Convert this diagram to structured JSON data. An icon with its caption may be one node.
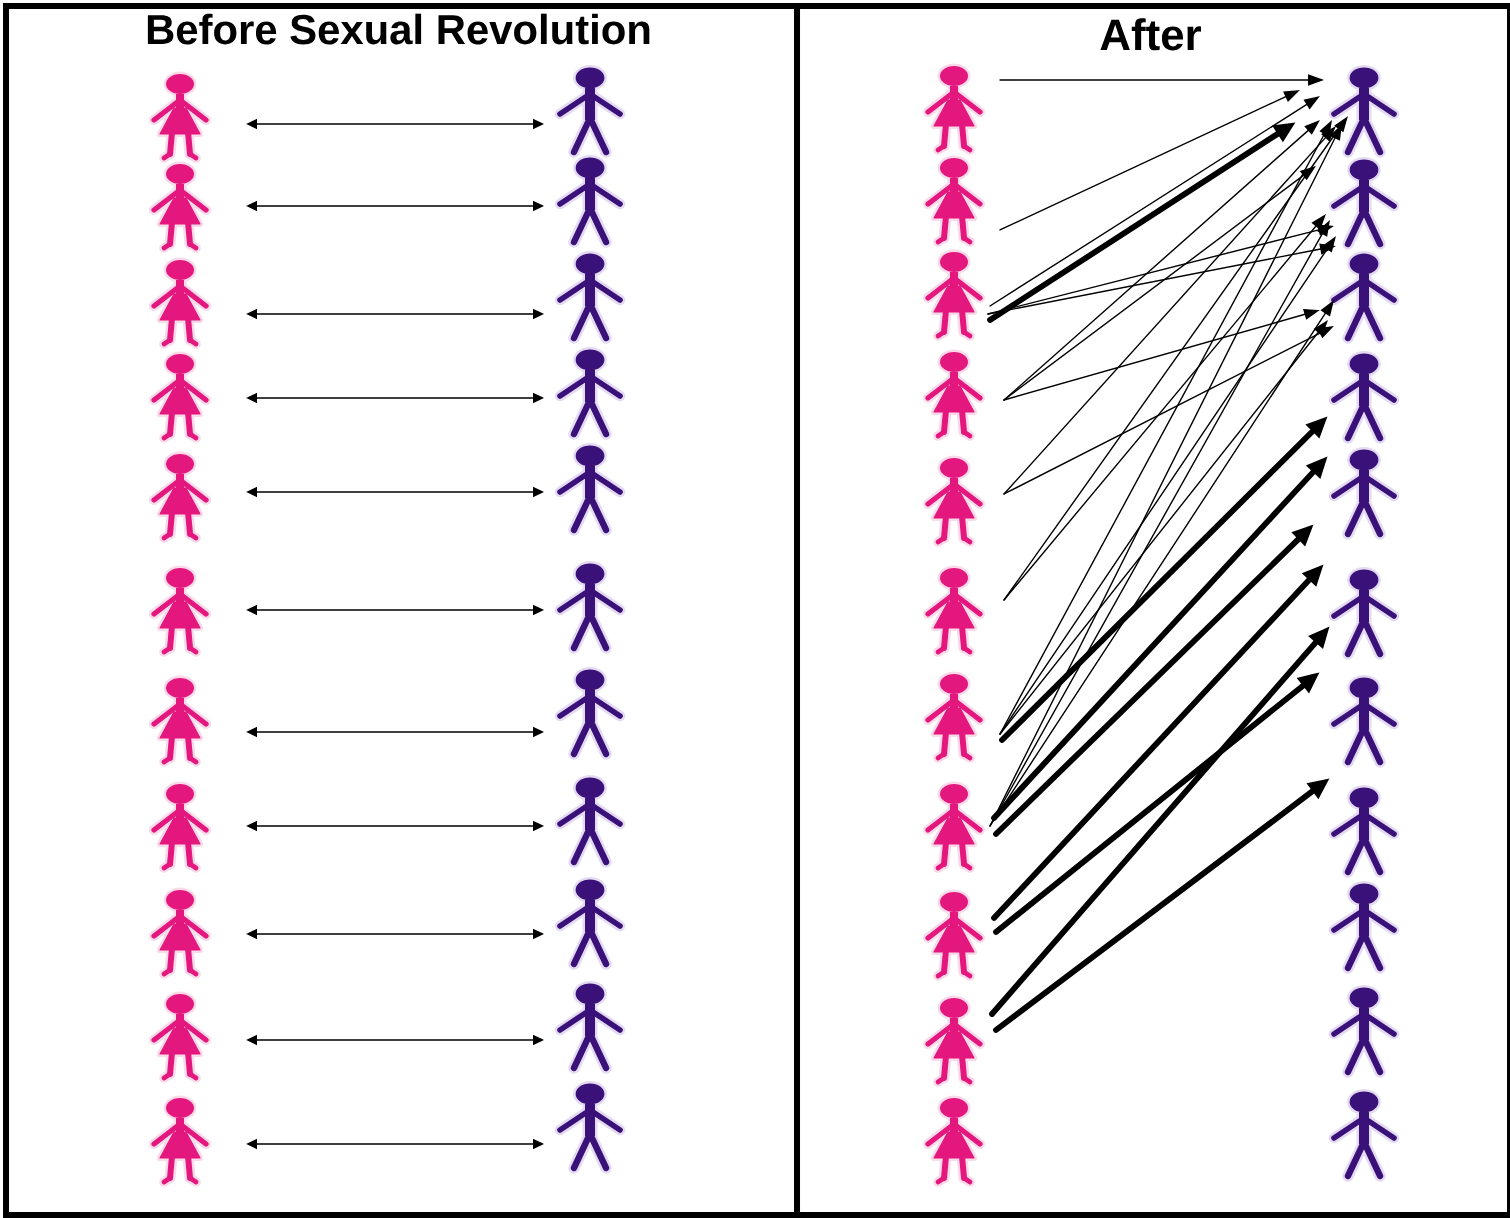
{
  "diagram": {
    "nodes": [
      {
        "text": [
          "Before Sexual Revolution"
        ]
      },
      {
        "text": [],
        "shape": "person",
        "in": 0
      },
      {
        "text": [],
        "shape": "person",
        "in": 0
      },
      {
        "text": [],
        "shape": "person",
        "in": 0
      },
      {
        "text": [],
        "shape": "person",
        "in": 0
      },
      {
        "text": [],
        "shape": "person",
        "in": 0
      },
      {
        "text": [],
        "shape": "person",
        "in": 0
      },
      {
        "text": [],
        "shape": "person",
        "in": 0
      },
      {
        "text": [],
        "shape": "person",
        "in": 0
      },
      {
        "text": [],
        "shape": "person",
        "in": 0
      },
      {
        "text": [],
        "shape": "person",
        "in": 0
      },
      {
        "text": [],
        "shape": "person",
        "in": 0
      },
      {
        "text": [],
        "shape": "person",
        "in": 0
      },
      {
        "text": [],
        "shape": "person",
        "in": 0
      },
      {
        "text": [],
        "shape": "person",
        "in": 0
      },
      {
        "text": [],
        "shape": "person",
        "in": 0
      },
      {
        "text": [],
        "shape": "person",
        "in": 0
      },
      {
        "text": [],
        "shape": "person",
        "in": 0
      },
      {
        "text": [],
        "shape": "person",
        "in": 0
      },
      {
        "text": [],
        "shape": "person",
        "in": 0
      },
      {
        "text": [],
        "shape": "person",
        "in": 0
      },
      {
        "text": [],
        "shape": "person",
        "in": 0
      },
      {
        "text": [],
        "shape": "person",
        "in": 0
      },
      {
        "text": [
          "After"
        ]
      },
      {
        "text": [],
        "shape": "person",
        "in": 23
      },
      {
        "text": [],
        "shape": "person",
        "in": 23
      },
      {
        "text": [],
        "shape": "person",
        "in": 23
      },
      {
        "text": [],
        "shape": "person",
        "in": 23
      },
      {
        "text": [],
        "shape": "person",
        "in": 23
      },
      {
        "text": [],
        "shape": "person",
        "in": 23
      },
      {
        "text": [],
        "shape": "person",
        "in": 23
      },
      {
        "text": [],
        "shape": "person",
        "in": 23
      },
      {
        "text": [],
        "shape": "person",
        "in": 23
      },
      {
        "text": [],
        "shape": "person",
        "in": 23
      },
      {
        "text": [],
        "shape": "person",
        "in": 23
      },
      {
        "text": [],
        "shape": "person",
        "in": 23
      },
      {
        "text": [],
        "shape": "person",
        "in": 23
      },
      {
        "text": [],
        "shape": "person",
        "in": 23
      },
      {
        "text": [],
        "shape": "person",
        "in": 23
      },
      {
        "text": [],
        "shape": "person",
        "in": 23
      },
      {
        "text": [],
        "shape": "person",
        "in": 23
      },
      {
        "text": [],
        "shape": "person",
        "in": 23
      },
      {
        "text": [],
        "shape": "person",
        "in": 23
      },
      {
        "text": [],
        "shape": "person",
        "in": 23
      },
      {
        "text": [],
        "shape": "person",
        "in": 23
      },
      {
        "text": [],
        "shape": "person",
        "in": 23
      }
    ],
    "edges": [
      {
        "from": 1,
        "to": 12,
        "arrow": "both"
      },
      {
        "from": 2,
        "to": 13,
        "arrow": "both"
      },
      {
        "from": 3,
        "to": 14,
        "arrow": "both"
      },
      {
        "from": 4,
        "to": 15,
        "arrow": "both"
      },
      {
        "from": 5,
        "to": 16,
        "arrow": "both"
      },
      {
        "from": 6,
        "to": 17,
        "arrow": "both"
      },
      {
        "from": 7,
        "to": 18,
        "arrow": "both"
      },
      {
        "from": 8,
        "to": 19,
        "arrow": "both"
      },
      {
        "from": 9,
        "to": 20,
        "arrow": "both"
      },
      {
        "from": 10,
        "to": 21,
        "arrow": "both"
      },
      {
        "from": 11,
        "to": 22,
        "arrow": "both"
      },
      {
        "from": 24,
        "to": 35,
        "arrow": "to"
      },
      {
        "from": 25,
        "to": 35,
        "arrow": "to"
      },
      {
        "from": 26,
        "to": 35,
        "arrow": "to",
        "style": "thick"
      },
      {
        "from": 26,
        "to": 35,
        "arrow": "to"
      },
      {
        "from": 26,
        "to": 36,
        "arrow": "to"
      },
      {
        "from": 26,
        "to": 36,
        "arrow": "to"
      },
      {
        "from": 27,
        "to": 35,
        "arrow": "to"
      },
      {
        "from": 27,
        "to": 36,
        "arrow": "to"
      },
      {
        "from": 27,
        "to": 37,
        "arrow": "to"
      },
      {
        "from": 28,
        "to": 35,
        "arrow": "to"
      },
      {
        "from": 28,
        "to": 37,
        "arrow": "to"
      },
      {
        "from": 29,
        "to": 35,
        "arrow": "to"
      },
      {
        "from": 29,
        "to": 36,
        "arrow": "to"
      },
      {
        "from": 30,
        "to": 35,
        "arrow": "to"
      },
      {
        "from": 30,
        "to": 36,
        "arrow": "to"
      },
      {
        "from": 30,
        "to": 37,
        "arrow": "to"
      },
      {
        "from": 30,
        "to": 38,
        "arrow": "to",
        "style": "thick"
      },
      {
        "from": 31,
        "to": 35,
        "arrow": "to"
      },
      {
        "from": 31,
        "to": 36,
        "arrow": "to"
      },
      {
        "from": 31,
        "to": 37,
        "arrow": "to"
      },
      {
        "from": 31,
        "to": 39,
        "arrow": "to",
        "style": "thick"
      },
      {
        "from": 31,
        "to": 39,
        "arrow": "to",
        "style": "thick"
      },
      {
        "from": 32,
        "to": 40,
        "arrow": "to",
        "style": "thick"
      },
      {
        "from": 32,
        "to": 41,
        "arrow": "to",
        "style": "thick"
      },
      {
        "from": 33,
        "to": 40,
        "arrow": "to",
        "style": "thick"
      },
      {
        "from": 33,
        "to": 42,
        "arrow": "to",
        "style": "thick"
      }
    ]
  }
}
